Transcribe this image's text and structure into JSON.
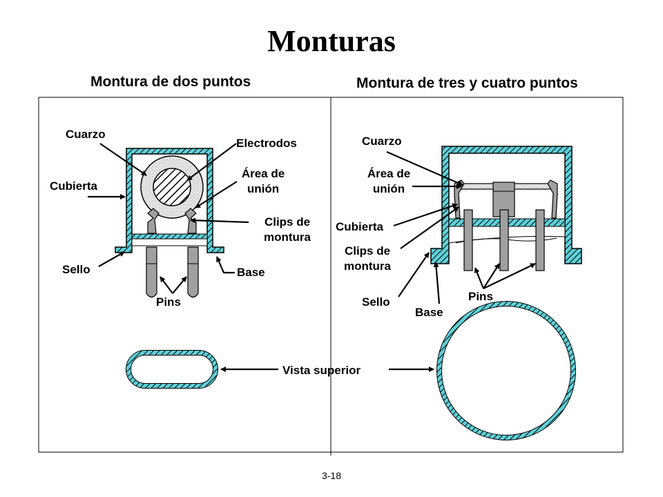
{
  "title": "Monturas",
  "left_panel": {
    "heading": "Montura de dos puntos",
    "labels": {
      "cuarzo": "Cuarzo",
      "electrodos": "Electrodos",
      "area_union": "Área de\nunión",
      "cubierta": "Cubierta",
      "clips": "Clips de\nmontura",
      "sello": "Sello",
      "base": "Base",
      "pins": "Pins"
    }
  },
  "right_panel": {
    "heading": "Montura de tres y cuatro puntos",
    "labels": {
      "cuarzo": "Cuarzo",
      "area_union": "Área de\nunión",
      "cubierta": "Cubierta",
      "clips": "Clips de\nmontura",
      "sello": "Sello",
      "base": "Base",
      "pins": "Pins"
    }
  },
  "top_view_label": "Vista superior",
  "page_number": "3-18",
  "colors": {
    "housing": "#5fd0d8",
    "pin": "#a0a0a0",
    "stroke": "#000000"
  }
}
